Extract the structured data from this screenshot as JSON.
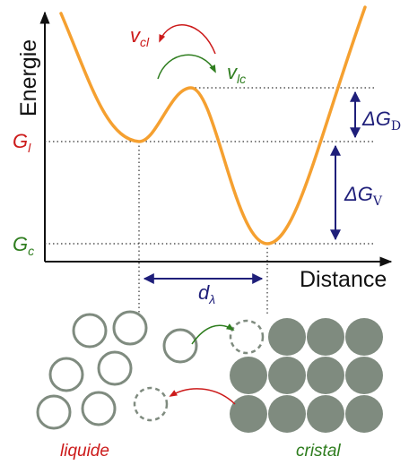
{
  "axes": {
    "y_label": "Energie",
    "x_label": "Distance"
  },
  "levels": {
    "G_l": {
      "symbol": "G",
      "sub": "l",
      "color": "#cc1a1a"
    },
    "G_c": {
      "symbol": "G",
      "sub": "c",
      "color": "#2e7d1e"
    }
  },
  "rates": {
    "v_cl": {
      "symbol": "v",
      "sub": "cl",
      "color": "#cc1a1a"
    },
    "v_lc": {
      "symbol": "v",
      "sub": "lc",
      "color": "#2e7d1e"
    }
  },
  "barriers": {
    "delta_G_D": {
      "prefix": "ΔG",
      "sub": "D",
      "color": "#1f1f7a"
    },
    "delta_G_V": {
      "prefix": "ΔG",
      "sub": "V",
      "color": "#1f1f7a"
    }
  },
  "distance": {
    "symbol": "d",
    "sub": "λ",
    "color": "#1f1f7a"
  },
  "phases": {
    "liquid": {
      "label": "liquide",
      "color": "#cc1a1a"
    },
    "crystal": {
      "label": "cristal",
      "color": "#2e7d1e"
    }
  },
  "colors": {
    "curve": "#f5a030",
    "particle": "#7f8b7f",
    "axis": "#111111"
  }
}
